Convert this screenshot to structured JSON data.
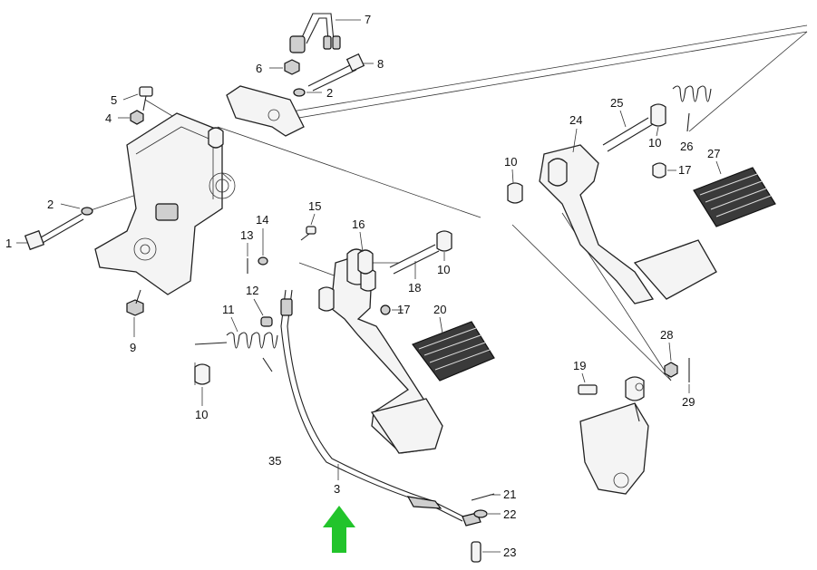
{
  "diagram": {
    "callouts": [
      "7",
      "8",
      "6",
      "2",
      "5",
      "4",
      "2",
      "1",
      "9",
      "13",
      "14",
      "15",
      "16",
      "12",
      "11",
      "10",
      "18",
      "10",
      "17",
      "20",
      "10",
      "25",
      "24",
      "10",
      "26",
      "27",
      "17",
      "28",
      "19",
      "29",
      "35",
      "3",
      "21",
      "22",
      "23"
    ],
    "accent_color": "#22c42b",
    "arrow_icon": "arrow-up-icon"
  }
}
